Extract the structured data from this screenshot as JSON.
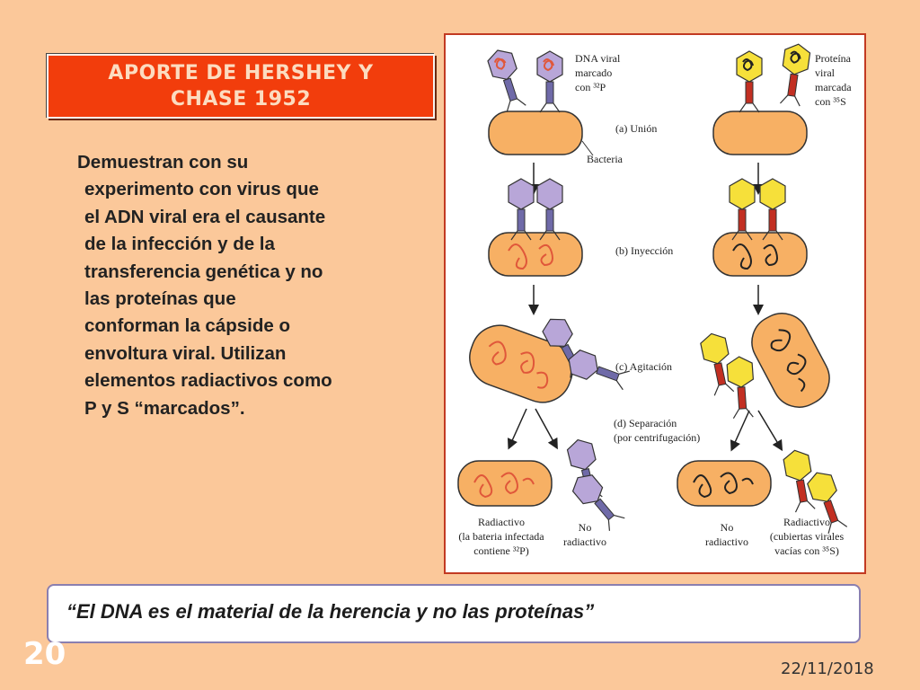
{
  "slide": {
    "title_lines": [
      "APORTE DE HERSHEY Y",
      "CHASE  1952"
    ],
    "body_lines": [
      "Demuestran con su",
      "experimento con virus que",
      "el ADN viral era el causante",
      "de la infección y de la",
      "transferencia genética y no",
      "las proteínas que",
      "conforman la cápside o",
      "envoltura viral. Utilizan",
      "elementos radiactivos como",
      "P y S “marcados”."
    ],
    "quote": "“El DNA es el material de la herencia y no las proteínas”",
    "slide_number": "20",
    "date": "22/11/2018"
  },
  "figure": {
    "left_label_lines": [
      "DNA viral",
      "marcado",
      "con ³²P"
    ],
    "right_label_lines": [
      "Proteína",
      "viral",
      "marcada",
      "con ³⁵S"
    ],
    "bacteria_label": "Bacteria",
    "steps": [
      "(a) Unión",
      "(b) Inyección",
      "(c) Agitación"
    ],
    "step_d_lines": [
      "(d) Separación",
      "(por centrifugación)"
    ],
    "result_left_lines": [
      "Radiactivo",
      "(la bateria infectada",
      "contiene ³²P)"
    ],
    "result_left_no_lines": [
      "No",
      "radiactivo"
    ],
    "result_right_no_lines": [
      "No",
      "radiactivo"
    ],
    "result_right_lines": [
      "Radiactivo",
      "(cubiertas virales",
      "vacías con ³⁵S)"
    ],
    "colors": {
      "background": "#fbc89a",
      "title_box": "#f23d0c",
      "bacterium": "#f7b064",
      "left_phage_head": "#b8a6d8",
      "right_phage_head": "#f6e03a",
      "right_phage_tail": "#c22f22",
      "figure_border": "#c23a22"
    }
  }
}
